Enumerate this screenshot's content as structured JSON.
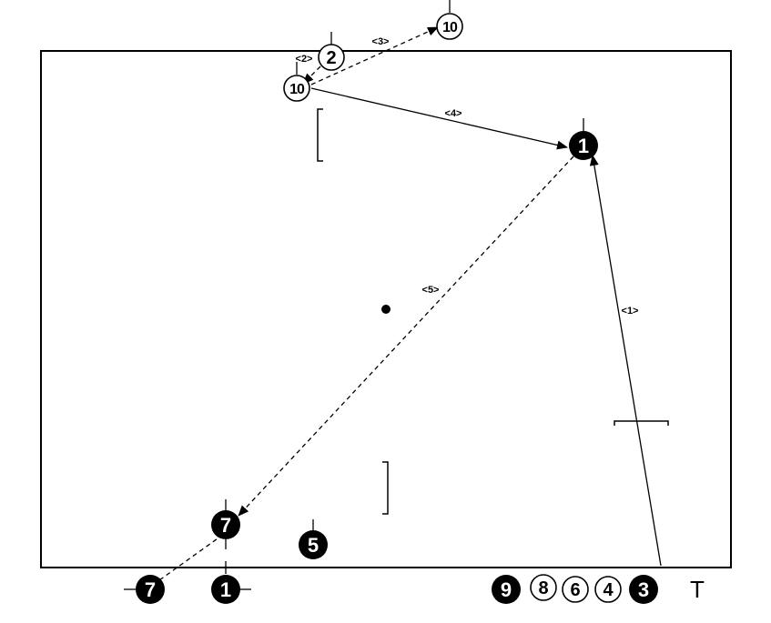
{
  "markers": {
    "m10_top": "10",
    "m2": "2",
    "m10_mid": "10",
    "m1_right": "1",
    "m7_inner": "7",
    "m5": "5",
    "m7_outer": "7",
    "m1_bottom": "1",
    "m9": "9",
    "m8": "8",
    "m6": "6",
    "m4": "4",
    "m3": "3"
  },
  "connector_labels": {
    "c1": "<1>",
    "c2": "<2>",
    "c3": "<3>",
    "c4": "<4>",
    "c5": "<5>"
  },
  "tag_t": "T",
  "colors": {
    "ink": "#000000",
    "paper": "#ffffff"
  }
}
